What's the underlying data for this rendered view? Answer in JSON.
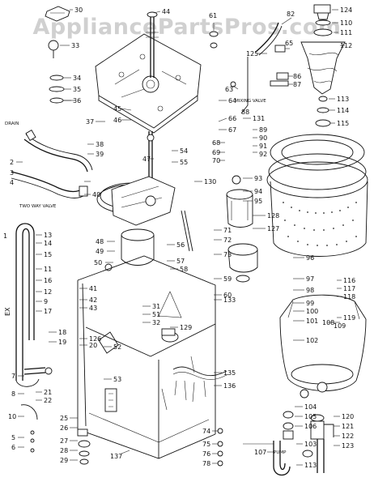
{
  "watermark": "AppliancePartsPros.com",
  "labels": {
    "drain": "DRAIN",
    "two_way_valve": "TWO WAY VALVE",
    "mixing_valve": "MIXING VALVE",
    "pump": "PUMP",
    "side_mark": "EX"
  },
  "callouts": [
    {
      "id": "c30",
      "text": "30"
    },
    {
      "id": "c44",
      "text": "44"
    },
    {
      "id": "c61",
      "text": "61"
    },
    {
      "id": "c82",
      "text": "82"
    },
    {
      "id": "c124",
      "text": "124"
    },
    {
      "id": "c110",
      "text": "110"
    },
    {
      "id": "c111",
      "text": "111"
    },
    {
      "id": "c112",
      "text": "112"
    },
    {
      "id": "c33",
      "text": "33"
    },
    {
      "id": "c125",
      "text": "125"
    },
    {
      "id": "c65",
      "text": "65"
    },
    {
      "id": "c86",
      "text": "86"
    },
    {
      "id": "c87",
      "text": "87"
    },
    {
      "id": "c34",
      "text": "34"
    },
    {
      "id": "c35",
      "text": "35"
    },
    {
      "id": "c36",
      "text": "36"
    },
    {
      "id": "c63",
      "text": "63"
    },
    {
      "id": "c113",
      "text": "113"
    },
    {
      "id": "c114",
      "text": "114"
    },
    {
      "id": "c115",
      "text": "115"
    },
    {
      "id": "c37",
      "text": "37"
    },
    {
      "id": "c45",
      "text": "45"
    },
    {
      "id": "c46",
      "text": "46"
    },
    {
      "id": "c64",
      "text": "64"
    },
    {
      "id": "c66",
      "text": "66"
    },
    {
      "id": "c67",
      "text": "67"
    },
    {
      "id": "c88",
      "text": "88"
    },
    {
      "id": "c131",
      "text": "131"
    },
    {
      "id": "c89",
      "text": "89"
    },
    {
      "id": "c90",
      "text": "90"
    },
    {
      "id": "c91",
      "text": "91"
    },
    {
      "id": "c92",
      "text": "92"
    },
    {
      "id": "c38",
      "text": "38"
    },
    {
      "id": "c39",
      "text": "39"
    },
    {
      "id": "c2",
      "text": "2"
    },
    {
      "id": "c47",
      "text": "47"
    },
    {
      "id": "c54",
      "text": "54"
    },
    {
      "id": "c55",
      "text": "55"
    },
    {
      "id": "c68",
      "text": "68"
    },
    {
      "id": "c69",
      "text": "69"
    },
    {
      "id": "c70",
      "text": "70"
    },
    {
      "id": "c3",
      "text": "3"
    },
    {
      "id": "c4",
      "text": "4"
    },
    {
      "id": "c40",
      "text": "40"
    },
    {
      "id": "c93",
      "text": "93"
    },
    {
      "id": "c130",
      "text": "130"
    },
    {
      "id": "c94",
      "text": "94"
    },
    {
      "id": "c95",
      "text": "95"
    },
    {
      "id": "c128",
      "text": "128"
    },
    {
      "id": "c1",
      "text": "1"
    },
    {
      "id": "c13",
      "text": "13"
    },
    {
      "id": "c14",
      "text": "14"
    },
    {
      "id": "c71",
      "text": "71"
    },
    {
      "id": "c127",
      "text": "127"
    },
    {
      "id": "c48",
      "text": "48"
    },
    {
      "id": "c49",
      "text": "49"
    },
    {
      "id": "c56",
      "text": "56"
    },
    {
      "id": "c57",
      "text": "57"
    },
    {
      "id": "c72",
      "text": "72"
    },
    {
      "id": "c73",
      "text": "73"
    },
    {
      "id": "c15",
      "text": "15"
    },
    {
      "id": "c50",
      "text": "50"
    },
    {
      "id": "c58",
      "text": "58"
    },
    {
      "id": "c96",
      "text": "96"
    },
    {
      "id": "c11",
      "text": "11"
    },
    {
      "id": "c16",
      "text": "16"
    },
    {
      "id": "c12",
      "text": "12"
    },
    {
      "id": "c41",
      "text": "41"
    },
    {
      "id": "c42",
      "text": "42"
    },
    {
      "id": "c43",
      "text": "43"
    },
    {
      "id": "c59",
      "text": "59"
    },
    {
      "id": "c97",
      "text": "97"
    },
    {
      "id": "c116",
      "text": "116"
    },
    {
      "id": "c117",
      "text": "117"
    },
    {
      "id": "c9",
      "text": "9"
    },
    {
      "id": "c17",
      "text": "17"
    },
    {
      "id": "c31",
      "text": "31"
    },
    {
      "id": "c60",
      "text": "60"
    },
    {
      "id": "c98",
      "text": "98"
    },
    {
      "id": "c133",
      "text": "133"
    },
    {
      "id": "c118",
      "text": "118"
    },
    {
      "id": "c99",
      "text": "99"
    },
    {
      "id": "c51",
      "text": "51"
    },
    {
      "id": "c32",
      "text": "32"
    },
    {
      "id": "c100",
      "text": "100"
    },
    {
      "id": "c101",
      "text": "101"
    },
    {
      "id": "c108",
      "text": "108"
    },
    {
      "id": "c109",
      "text": "109"
    },
    {
      "id": "c119",
      "text": "119"
    },
    {
      "id": "c18",
      "text": "18"
    },
    {
      "id": "c19",
      "text": "19"
    },
    {
      "id": "c126",
      "text": "126"
    },
    {
      "id": "c20",
      "text": "20"
    },
    {
      "id": "c129",
      "text": "129"
    },
    {
      "id": "c102",
      "text": "102"
    },
    {
      "id": "c52",
      "text": "52"
    },
    {
      "id": "c53",
      "text": "53"
    },
    {
      "id": "c135",
      "text": "135"
    },
    {
      "id": "c136",
      "text": "136"
    },
    {
      "id": "c7",
      "text": "7"
    },
    {
      "id": "c21",
      "text": "21"
    },
    {
      "id": "c22",
      "text": "22"
    },
    {
      "id": "c8",
      "text": "8"
    },
    {
      "id": "c104",
      "text": "104"
    },
    {
      "id": "c105",
      "text": "105"
    },
    {
      "id": "c106",
      "text": "106"
    },
    {
      "id": "c120",
      "text": "120"
    },
    {
      "id": "c121",
      "text": "121"
    },
    {
      "id": "c122",
      "text": "122"
    },
    {
      "id": "c123",
      "text": "123"
    },
    {
      "id": "c10",
      "text": "10"
    },
    {
      "id": "c5",
      "text": "5"
    },
    {
      "id": "c6",
      "text": "6"
    },
    {
      "id": "c25",
      "text": "25"
    },
    {
      "id": "c26",
      "text": "26"
    },
    {
      "id": "c27",
      "text": "27"
    },
    {
      "id": "c28",
      "text": "28"
    },
    {
      "id": "c29",
      "text": "29"
    },
    {
      "id": "c137",
      "text": "137"
    },
    {
      "id": "c74",
      "text": "74"
    },
    {
      "id": "c75",
      "text": "75"
    },
    {
      "id": "c76",
      "text": "76"
    },
    {
      "id": "c78",
      "text": "78"
    },
    {
      "id": "c107",
      "text": "107"
    },
    {
      "id": "c103",
      "text": "103"
    },
    {
      "id": "c113b",
      "text": "113"
    }
  ]
}
